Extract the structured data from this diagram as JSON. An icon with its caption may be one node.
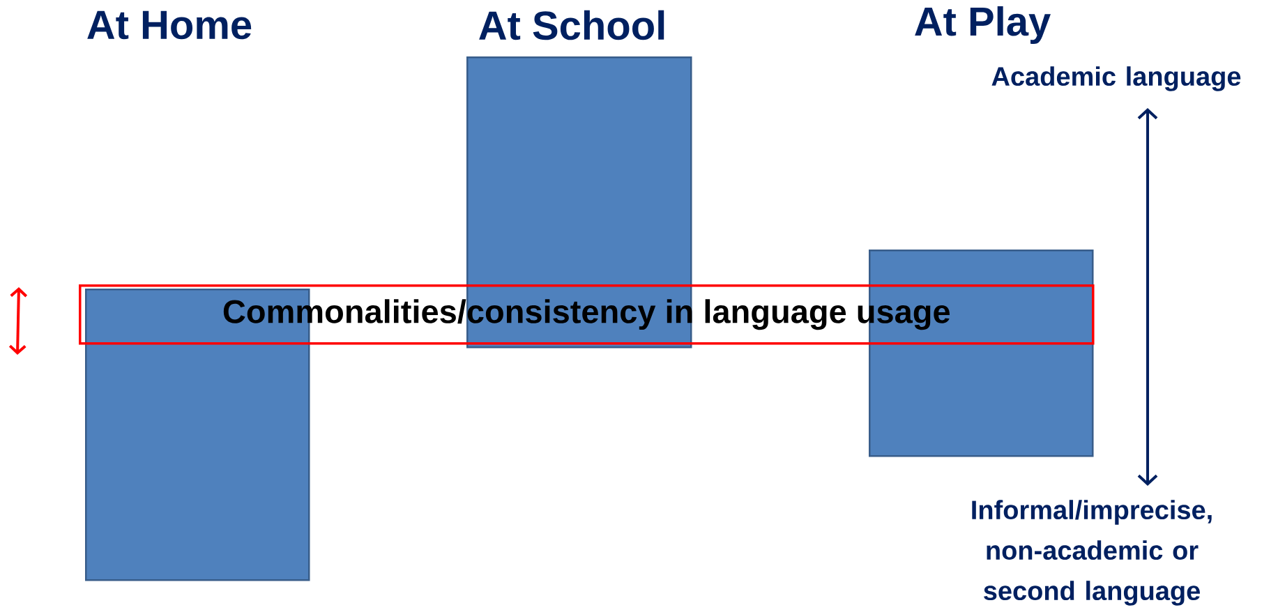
{
  "diagram": {
    "nodes": [
      {
        "text": [],
        "shape": "box"
      },
      {
        "text": [],
        "shape": "box"
      },
      {
        "text": [],
        "shape": "box"
      },
      {
        "text": [
          "Commonalities/consistency in language usage"
        ]
      },
      {
        "text": [
          "Academic language"
        ]
      },
      {
        "text": [
          "Informal/imprecise, non-academic or second language"
        ]
      }
    ],
    "edges": [
      {
        "from": 4,
        "to": 5,
        "arrow": "both"
      }
    ],
    "labels": [
      "At Home",
      "At School",
      "At Play"
    ]
  }
}
